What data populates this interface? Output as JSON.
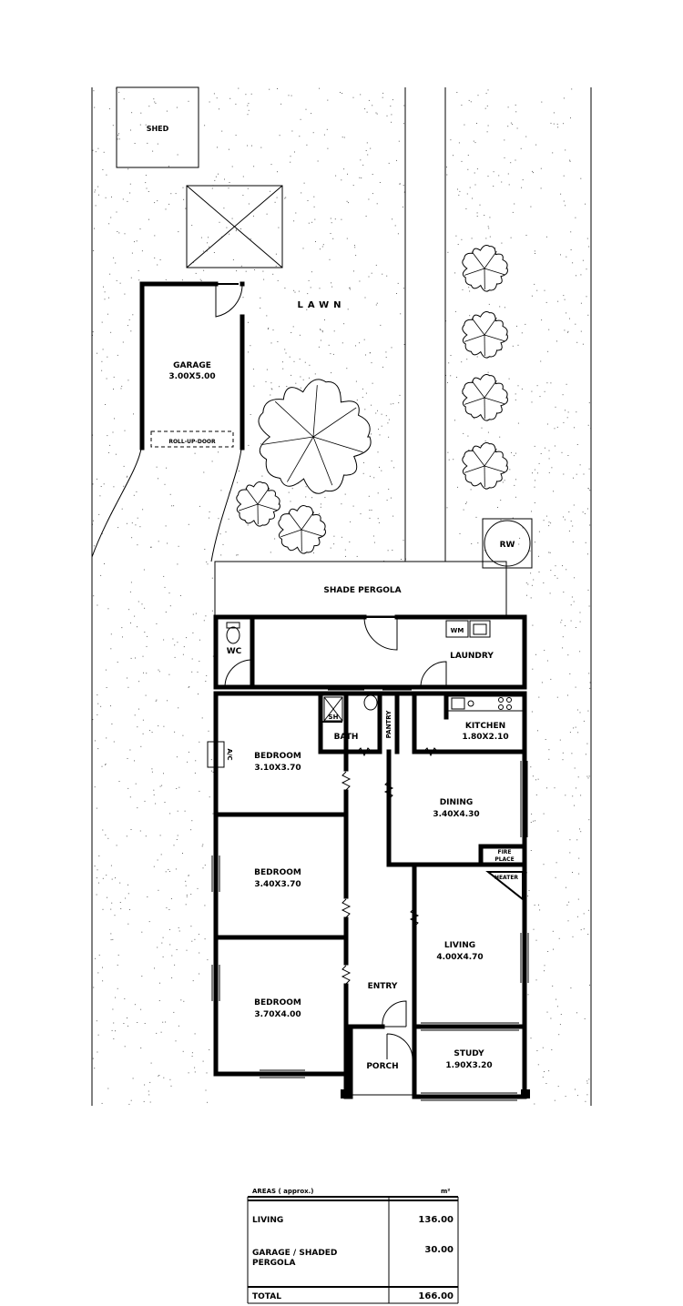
{
  "site": {
    "shed": "SHED",
    "lawn": "LAWN",
    "shade_pergola": "SHADE PERGOLA",
    "rain_water": "RW",
    "garage_name": "GARAGE",
    "garage_size": "3.00X5.00",
    "roll_up_door": "ROLL-UP-DOOR"
  },
  "rooms": {
    "wc": "WC",
    "wm": "WM",
    "laundry": "LAUNDRY",
    "shower": "SH",
    "bath": "BATH",
    "pantry": "PANTRY",
    "kitchen_name": "KITCHEN",
    "kitchen_size": "1.80X2.10",
    "bed1_name": "BEDROOM",
    "bed1_size": "3.10X3.70",
    "ac": "A/C",
    "dining_name": "DINING",
    "dining_size": "3.40X4.30",
    "fire_place_1": "FIRE",
    "fire_place_2": "PLACE",
    "heater": "HEATER",
    "bed2_name": "BEDROOM",
    "bed2_size": "3.40X3.70",
    "living_name": "LIVING",
    "living_size": "4.00X4.70",
    "entry": "ENTRY",
    "bed3_name": "BEDROOM",
    "bed3_size": "3.70X4.00",
    "porch": "PORCH",
    "study_name": "STUDY",
    "study_size": "1.90X3.20"
  },
  "areas": {
    "title": "AREAS ( approx.)",
    "unit": "m²",
    "rows": [
      {
        "label": "LIVING",
        "value": "136.00"
      },
      {
        "label": "GARAGE / SHADED",
        "label2": "PERGOLA",
        "value": "30.00"
      }
    ],
    "total_label": "TOTAL",
    "total_value": "166.00"
  }
}
